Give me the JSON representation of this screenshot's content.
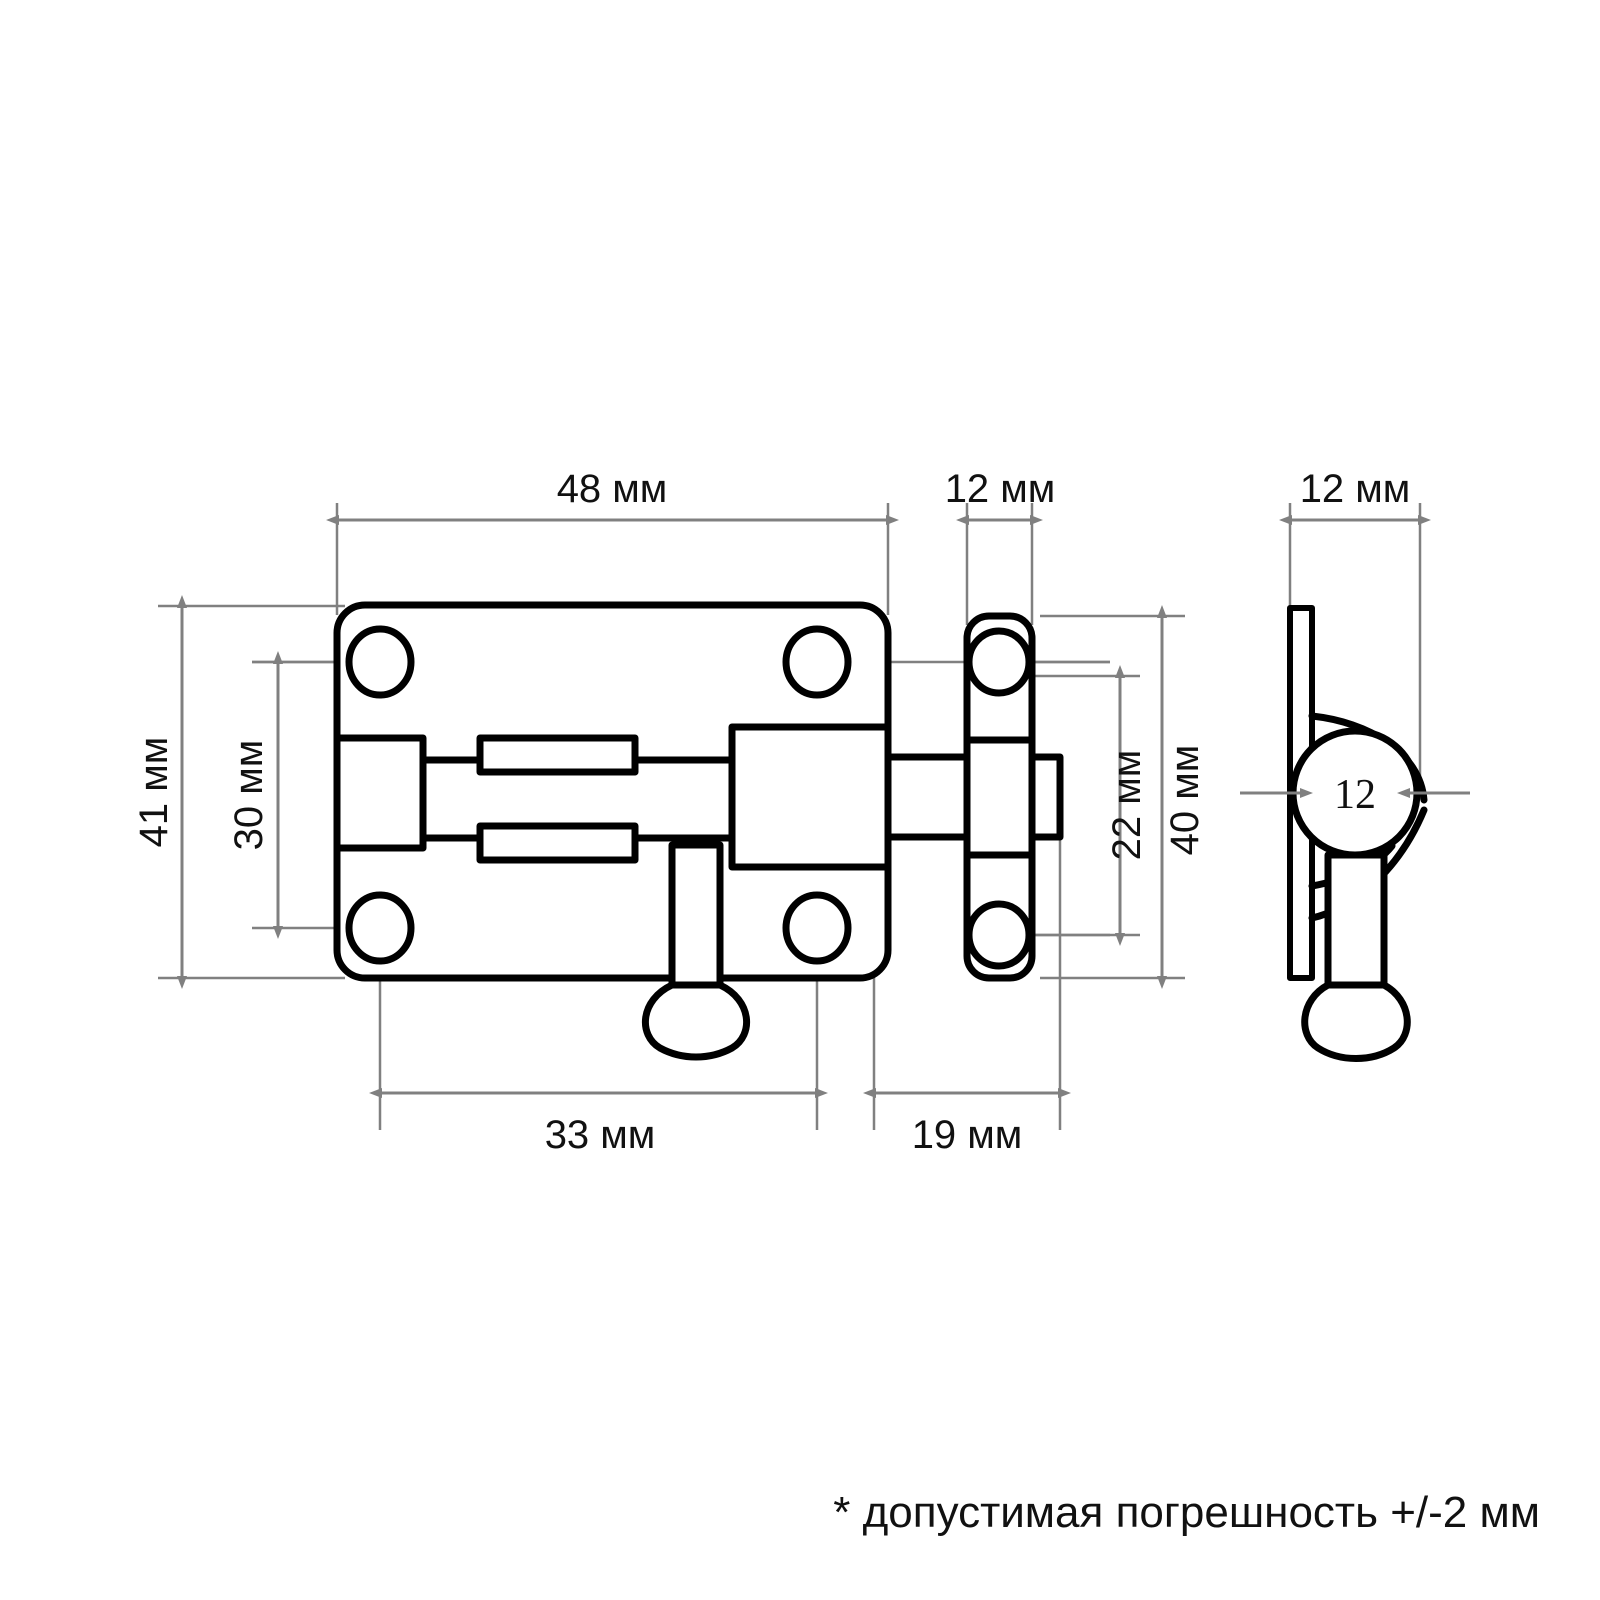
{
  "document": {
    "type": "technical-drawing",
    "subject": "door-latch-bolt",
    "units": "мм",
    "background_color": "#ffffff",
    "line_color": "#000000",
    "dimension_color": "#808080"
  },
  "dimensions": {
    "width_total": "48 мм",
    "keeper_width": "12 мм",
    "profile_width": "12 мм",
    "height_total": "41 мм",
    "hole_spacing_vertical": "30 мм",
    "keeper_hole_spacing": "22 мм",
    "keeper_height": "40 мм",
    "hole_spacing_horizontal": "33 мм",
    "keeper_offset": "19 мм",
    "knob_diameter_callout": "12"
  },
  "labels": {
    "dim_48": "48 мм",
    "dim_12_keeper": "12 мм",
    "dim_12_profile": "12 мм",
    "dim_41": "41 мм",
    "dim_30": "30 мм",
    "dim_22": "22 мм",
    "dim_40": "40 мм",
    "dim_33": "33 мм",
    "dim_19": "19 мм",
    "callout_12": "12"
  },
  "footnote": {
    "text": "* допустимая погрешность +/-2 мм"
  }
}
